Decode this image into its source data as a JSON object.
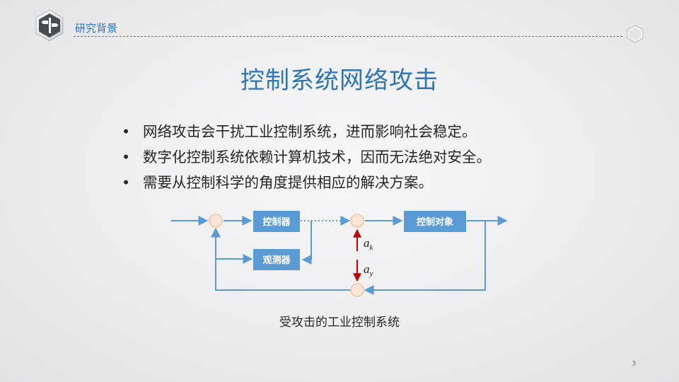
{
  "header": {
    "section_label": "研究背景",
    "logo_icon": "signpost-icon",
    "accent_color": "#2e75b6"
  },
  "slide": {
    "title": "控制系统网络攻击",
    "bullets": [
      "网络攻击会干扰工业控制系统，进而影响社会稳定。",
      "数字化控制系统依赖计算机技术，因而无法绝对安全。",
      "需要从控制科学的角度提供相应的解决方案。"
    ],
    "bullet_symbol": "•"
  },
  "diagram": {
    "blocks": {
      "controller": "控制器",
      "plant": "控制对象",
      "observer": "观测器"
    },
    "attack_labels": {
      "actuator_attack": {
        "symbol": "a",
        "subscript": "k"
      },
      "sensor_attack": {
        "symbol": "a",
        "subscript": "y"
      }
    },
    "colors": {
      "block": "#5b9bd5",
      "line": "#5b9bd5",
      "attack_arrow": "#c00000",
      "junction": "#f6d2b8"
    },
    "caption": "受攻击的工业控制系统"
  },
  "footer": {
    "page_number": "3"
  }
}
